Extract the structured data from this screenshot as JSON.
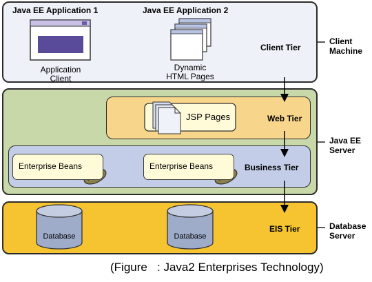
{
  "client_tier": {
    "app1_title": "Java EE Application 1",
    "app2_title": "Java EE Application 2",
    "app1_label_line1": "Application",
    "app1_label_line2": "Client",
    "app2_label_line1": "Dynamic",
    "app2_label_line2": "HTML Pages",
    "tier_label": "Client Tier"
  },
  "web_tier": {
    "jsp_label": "JSP Pages",
    "tier_label": "Web Tier"
  },
  "business_tier": {
    "bean1_label": "Enterprise Beans",
    "bean2_label": "Enterprise Beans",
    "tier_label": "Business Tier"
  },
  "eis_tier": {
    "db1_label": "Database",
    "db2_label": "Database",
    "tier_label": "EIS Tier"
  },
  "side_labels": {
    "client_line1": "Client",
    "client_line2": "Machine",
    "server_line1": "Java EE",
    "server_line2": "Server",
    "db_line1": "Database",
    "db_line2": "Server"
  },
  "caption": "(Figure   : Java2 Enterprises Technology)",
  "colors": {
    "client_bg": "#eef1f8",
    "server_bg": "#c8d8a8",
    "web_bg": "#f7d58a",
    "business_bg": "#c3cde8",
    "eis_bg": "#f5c430",
    "bean_bg": "#fffbd8",
    "db_fill": "#9eabc9"
  }
}
